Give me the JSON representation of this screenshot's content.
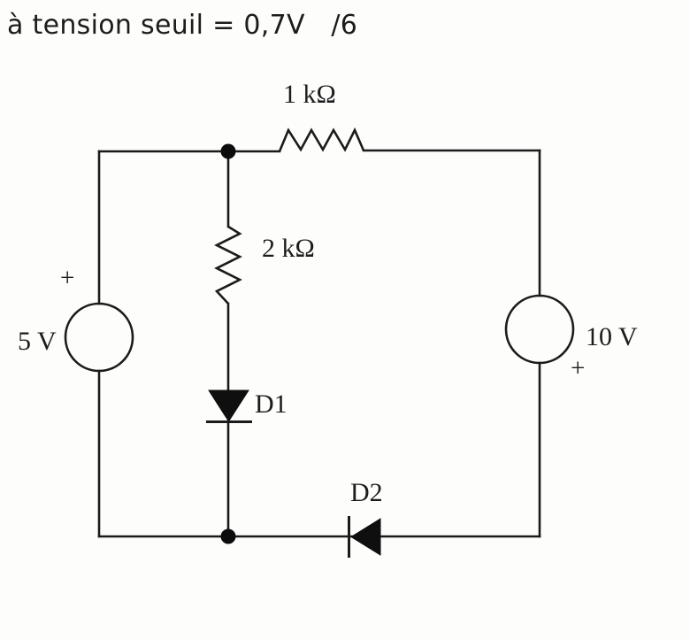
{
  "title": "à tension seuil = 0,7V   /6",
  "colors": {
    "ink": "#1b1b1b",
    "background": "#fdfdfc"
  },
  "components": {
    "r1": {
      "type": "resistor",
      "label": "1 kΩ"
    },
    "r2": {
      "type": "resistor",
      "label": "2 kΩ"
    },
    "d1": {
      "type": "diode",
      "label": "D1"
    },
    "d2": {
      "type": "diode",
      "label": "D2"
    },
    "v1": {
      "type": "voltage-source",
      "label": "5 V",
      "polarity_mark": "+"
    },
    "v2": {
      "type": "voltage-source",
      "label": "10 V",
      "polarity_mark": "+"
    }
  }
}
